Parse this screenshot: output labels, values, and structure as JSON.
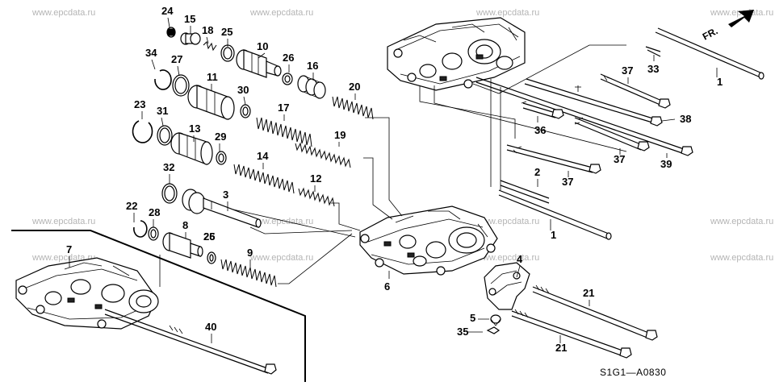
{
  "watermark": "www.epcdata.ru",
  "diagram_code": "S1G1—A0830",
  "direction_label": "FR.",
  "callouts": {
    "c1a": "1",
    "c1b": "1",
    "c2": "2",
    "c3": "3",
    "c4": "4",
    "c5": "5",
    "c6": "6",
    "c7": "7",
    "c8": "8",
    "c9": "9",
    "c10": "10",
    "c11": "11",
    "c12": "12",
    "c13": "13",
    "c14": "14",
    "c15": "15",
    "c16": "16",
    "c17": "17",
    "c18": "18",
    "c19": "19",
    "c20": "20",
    "c21a": "21",
    "c21b": "21",
    "c22": "22",
    "c23": "23",
    "c24": "24",
    "c25a": "25",
    "c25b": "25",
    "c26a": "26",
    "c26b": "26",
    "c27": "27",
    "c28": "28",
    "c29": "29",
    "c30": "30",
    "c31": "31",
    "c32": "32",
    "c33": "33",
    "c34": "34",
    "c35": "35",
    "c36": "36",
    "c37a": "37",
    "c37b": "37",
    "c37c": "37",
    "c38": "38",
    "c39": "39",
    "c40": "40"
  }
}
